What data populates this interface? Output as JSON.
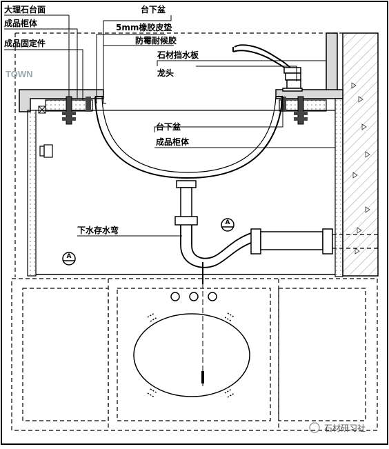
{
  "labels": {
    "marble_top": "大理石台面",
    "cabinet_top": "成品柜体",
    "fixing_parts": "成品固定件",
    "under_basin_top": "台下盆",
    "rubber_pad": "5mm橡胶皮垫",
    "sealant": "防霉耐候胶",
    "stone_splash": "石材挡水板",
    "faucet": "龙头",
    "under_basin_mid": "台下盆",
    "cabinet_mid": "成品柜体",
    "trap": "下水存水弯",
    "section_mark": "A"
  },
  "watermark": {
    "brand_left": "TOWN",
    "brand_right": "石材研习社"
  },
  "colors": {
    "line": "#000000",
    "dash": "#000000",
    "hatch": "#9a9a9a",
    "marble": "#d9d9d9"
  }
}
